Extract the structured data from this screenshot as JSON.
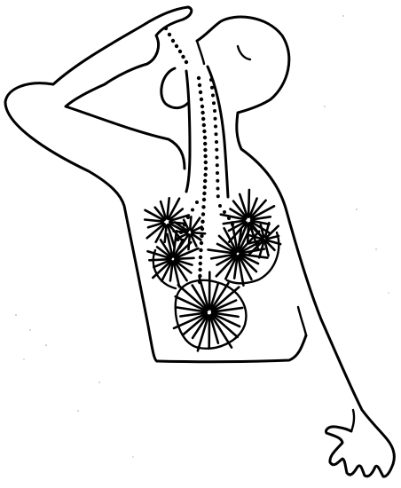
{
  "image": {
    "background": "#ffffff",
    "ink": "#000000",
    "subject": [
      "figure-outline",
      "raised-arm",
      "face",
      "airway-dotted-path",
      "lung-clusters",
      "belly-cluster"
    ]
  }
}
